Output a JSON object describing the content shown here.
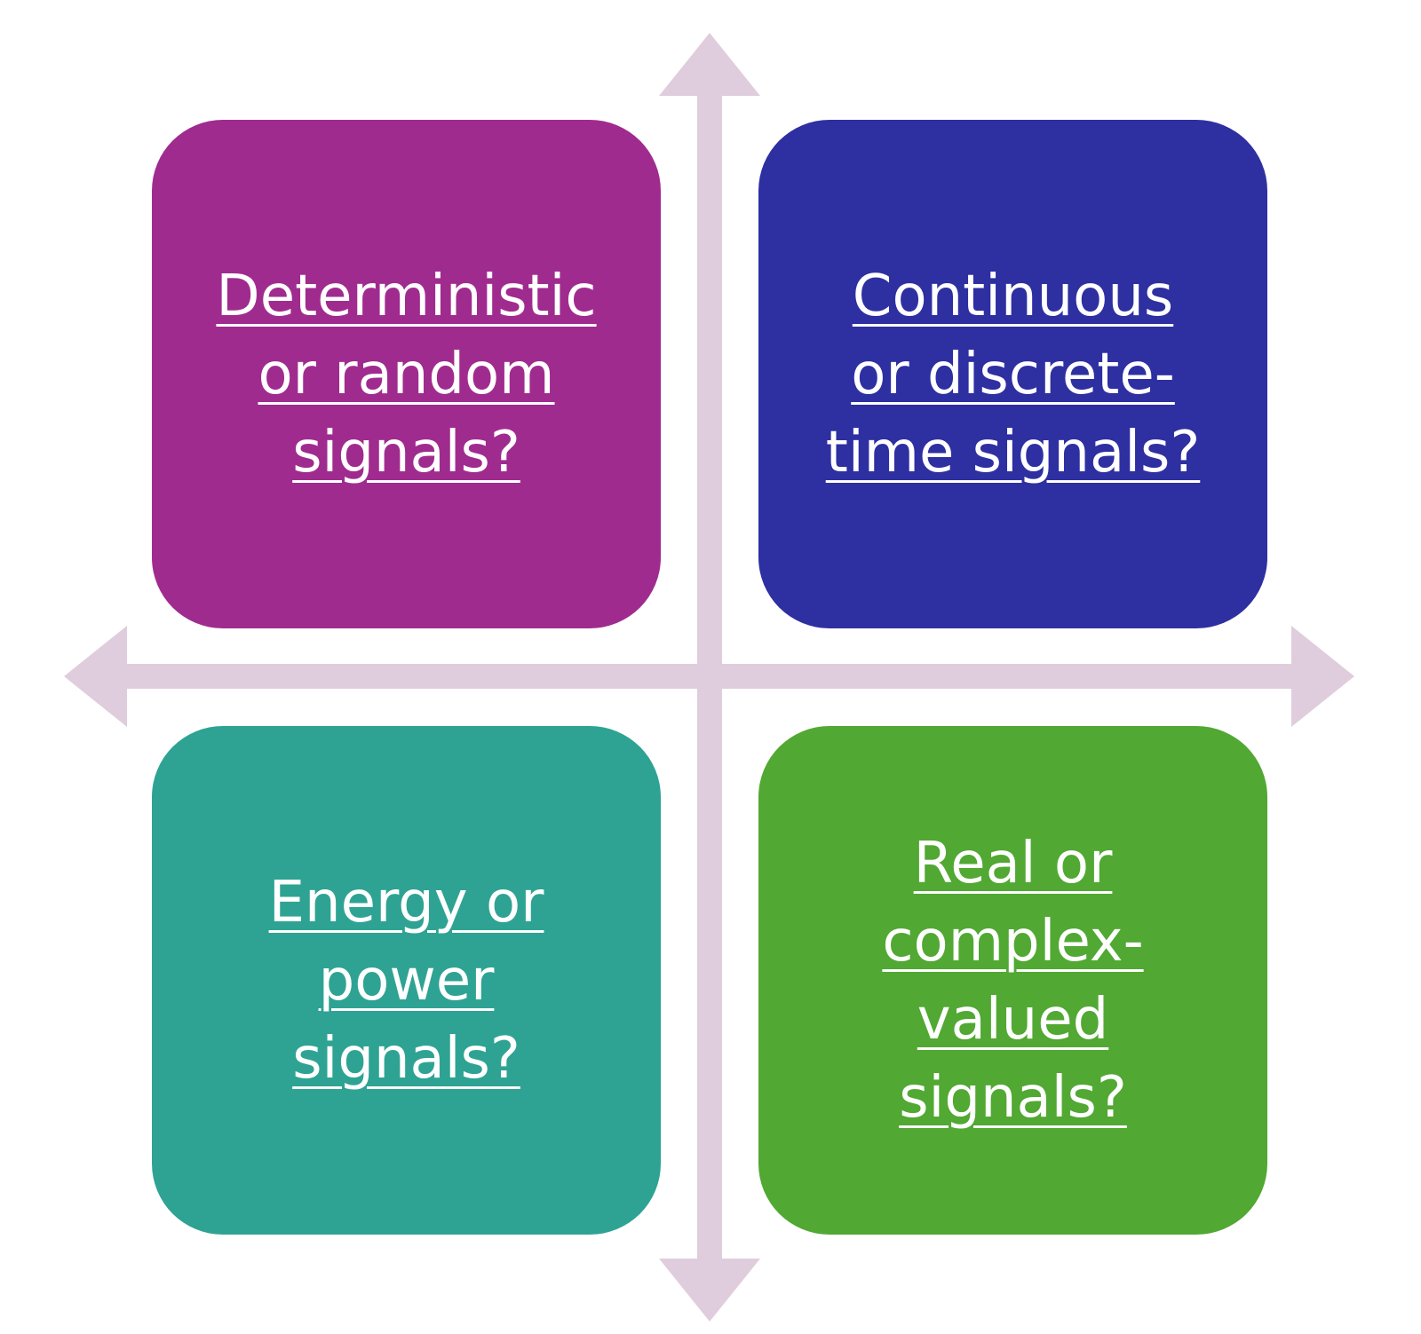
{
  "colors": {
    "axis": "#dfcdde",
    "background": "#ffffff",
    "text": "#ffffff"
  },
  "quadrants": {
    "top_left": {
      "label": "Deterministic\nor random\nsignals?",
      "color": "#a02b8f"
    },
    "top_right": {
      "label": "Continuous\nor discrete-\ntime signals?",
      "color": "#2e2fa1"
    },
    "bottom_left": {
      "label": "Energy or\npower\nsignals?",
      "color": "#2ea393"
    },
    "bottom_right": {
      "label": "Real or\ncomplex-\nvalued\nsignals?",
      "color": "#51a832"
    }
  }
}
